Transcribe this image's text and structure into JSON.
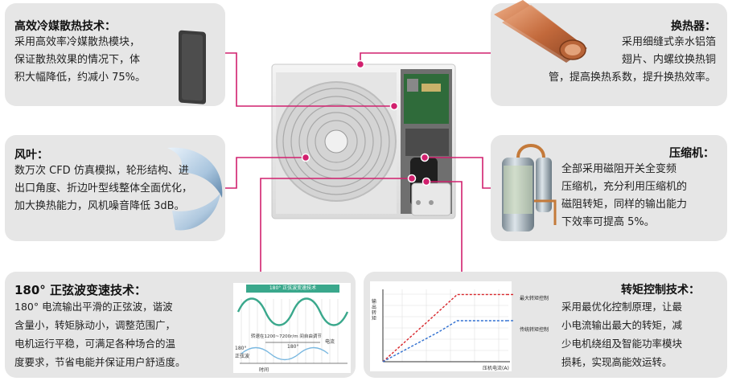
{
  "colors": {
    "panel": "#e6e6e6",
    "connector": "#d1206e",
    "red_curve": "#d8262b",
    "blue_curve": "#2f6fd0",
    "wave_green": "#3aa88c"
  },
  "panels": {
    "cooling": {
      "title": "高效冷媒散热技术：",
      "lines": [
        "采用高效率冷媒散热模块，",
        "保证散热效果的情况下，体",
        "积大幅降低，约减小 75%。"
      ]
    },
    "fan": {
      "title": "风叶：",
      "lines": [
        "数万次 CFD 仿真模拟，轮形结构、进",
        "出口角度、折边叶型线整体全面优化，",
        "加大换热能力，风机噪音降低 3dB。"
      ]
    },
    "sine": {
      "title": "180° 正弦波变速技术：",
      "lines": [
        "180° 电流输出平滑的正弦波，谐波",
        "含量小，转矩脉动小，调整范围广，",
        "电机运行平稳，可满足各种场合的温",
        "度要求，节省电能并保证用户舒适度。"
      ],
      "graph": {
        "banner": "180° 正弦波变速技术",
        "range_label": "转速在1200~7200r/m 间自由调节",
        "angle_label": "180°",
        "left_label_1": "180°",
        "left_label_2": "正弦波",
        "time_label": "时间",
        "current_label": "电流"
      }
    },
    "heat_exchanger": {
      "title": "换热器：",
      "lines": [
        "采用细缝式亲水铝箔",
        "翅片、内螺纹换热铜",
        "管，提高换热系数，提升换热效率。"
      ]
    },
    "compressor": {
      "title": "压缩机：",
      "lines": [
        "全部采用磁阻开关全变频",
        "压缩机，充分利用压缩机的",
        "磁阻转矩，同样的输出能力",
        "下效率可提高 5%。"
      ]
    },
    "torque": {
      "title": "转矩控制技术：",
      "lines": [
        "采用最优化控制原理，让最",
        "小电流输出最大的转矩，减",
        "少电机绕组及智能功率模块",
        "损耗，实现高能效运转。"
      ]
    }
  },
  "chart_data": {
    "type": "line",
    "title": "",
    "xlabel": "压机电流(A)",
    "ylabel": "输出转矩",
    "series": [
      {
        "name": "最大转矩控制",
        "points": [
          [
            0,
            0
          ],
          [
            0.35,
            0.55
          ],
          [
            0.6,
            0.95
          ],
          [
            1.0,
            0.95
          ]
        ]
      },
      {
        "name": "传统转矩控制",
        "points": [
          [
            0,
            0
          ],
          [
            0.45,
            0.42
          ],
          [
            0.6,
            0.58
          ],
          [
            1.0,
            0.58
          ]
        ]
      }
    ]
  }
}
